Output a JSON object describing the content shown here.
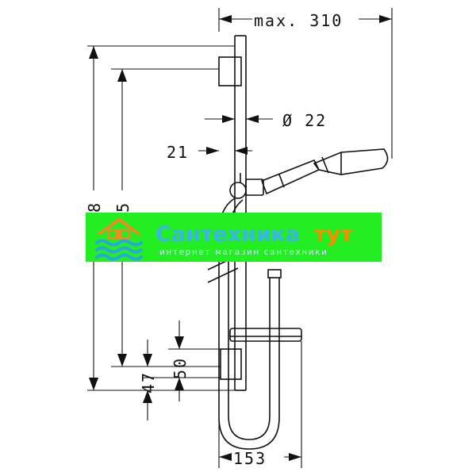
{
  "dimensions": {
    "max_reach": "max. 310",
    "rail_diameter": "Ø 22",
    "wall_offset": "21",
    "total_height": "718",
    "bracket_span": "625",
    "lower_gap": "50",
    "bottom_offset": "47",
    "hose_width": "153"
  },
  "watermark": {
    "brand_primary": "Сантехника",
    "brand_accent": "тут",
    "tagline": "интернет магазин сантехники",
    "colors": {
      "banner": "#22ee22",
      "primary_text": "#39b5e8",
      "accent_text": "#ff8a00",
      "tagline_text": "#cfeff9"
    }
  },
  "icons": [
    "house-icon",
    "water-waves-icon"
  ]
}
